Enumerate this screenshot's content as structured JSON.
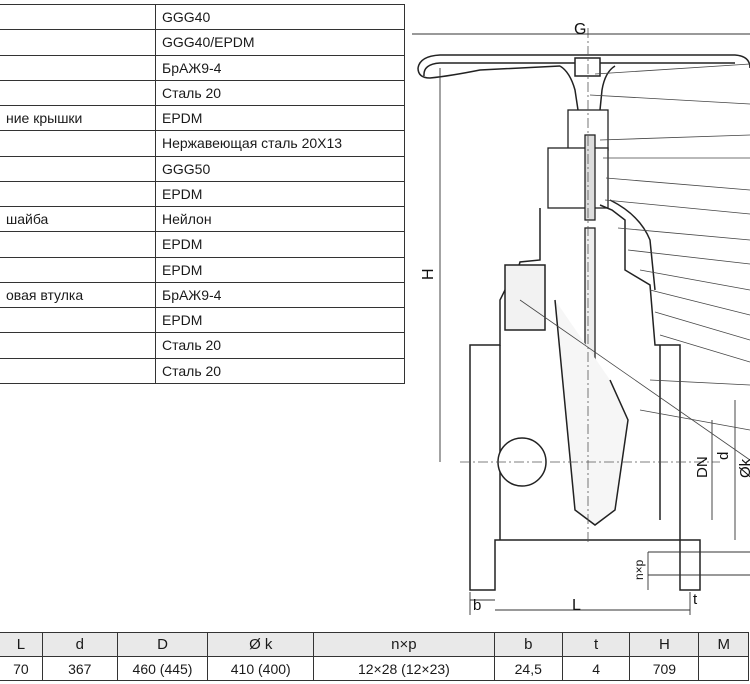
{
  "materials": [
    {
      "part": "",
      "material": "GGG40"
    },
    {
      "part": "",
      "material": "GGG40/EPDM"
    },
    {
      "part": "",
      "material": "БрАЖ9-4"
    },
    {
      "part": "",
      "material": "Сталь 20"
    },
    {
      "part": "ние крышки",
      "material": "EPDM"
    },
    {
      "part": "",
      "material": "Нержавеющая сталь 20Х13"
    },
    {
      "part": "",
      "material": "GGG50"
    },
    {
      "part": "",
      "material": "EPDM"
    },
    {
      "part": "шайба",
      "material": "Нейлон"
    },
    {
      "part": "",
      "material": "EPDM"
    },
    {
      "part": "",
      "material": "EPDM"
    },
    {
      "part": "овая втулка",
      "material": "БрАЖ9-4"
    },
    {
      "part": "",
      "material": "EPDM"
    },
    {
      "part": "",
      "material": "Сталь 20"
    },
    {
      "part": "",
      "material": "Сталь 20"
    }
  ],
  "drawing": {
    "labels": {
      "G": "G",
      "H": "H",
      "DN": "DN",
      "d": "d",
      "k": "Øk",
      "nxp": "n×p",
      "b": "b",
      "L": "L",
      "t": "t"
    }
  },
  "dimensions": {
    "headers": [
      "L",
      "d",
      "D",
      "Ø k",
      "n×p",
      "b",
      "t",
      "H",
      "M"
    ],
    "values": [
      "70",
      "367",
      "460 (445)",
      "410 (400)",
      "12×28 (12×23)",
      "24,5",
      "4",
      "709",
      ""
    ]
  }
}
